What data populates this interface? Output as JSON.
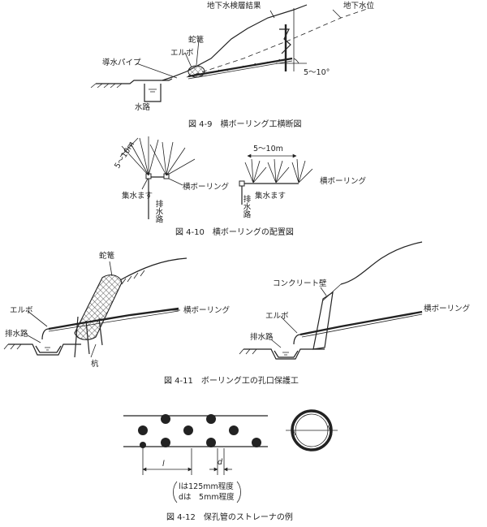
{
  "fig49": {
    "caption": "図 4-9　横ボーリング工横断図",
    "label_gw_result": "地下水検層結果",
    "label_gw_level": "地下水位",
    "label_elbow": "エルボ",
    "label_gabion": "蛇篭",
    "label_pipe": "導水パイプ",
    "label_channel": "水路",
    "label_angle": "5～10°"
  },
  "fig410": {
    "caption": "図 4-10　横ボーリングの配置図",
    "label_spacing_left": "5～10m",
    "label_spacing_right": "5～10m",
    "label_catch_left": "集水ます",
    "label_drain_left": "排水路",
    "label_hboring_left": "横ボーリング",
    "label_hboring_right": "横ボーリング",
    "label_catch_right": "集水ます",
    "label_drain_right": "排水路"
  },
  "fig411": {
    "caption": "図 4-11　ボーリング工の孔口保護工",
    "label_gabion": "蛇篭",
    "label_elbow_left": "エルボ",
    "label_drain_left": "排水路",
    "label_hboring_left": "横ボーリング",
    "label_stake": "杭",
    "label_concrete_wall": "コンクリート壁",
    "label_elbow_right": "エルボ",
    "label_drain_right": "排水路",
    "label_hboring_right": "横ボーリング"
  },
  "fig412": {
    "caption": "図 4-12　保孔管のストレーナの例",
    "label_l": "l",
    "label_d": "d",
    "note_l": "lは125mm程度",
    "note_d": "dは　5mm程度"
  }
}
